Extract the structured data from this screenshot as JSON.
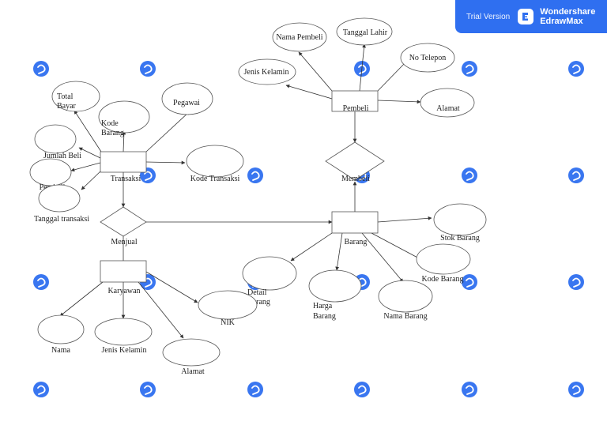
{
  "watermark": {
    "trial_label": "Trial Version",
    "brand_line1": "Wondershare",
    "brand_line2": "EdrawMax",
    "color": "#2f6ff0"
  },
  "diagram": {
    "entities": {
      "pembeli": "Pembeli",
      "transaksi": "Transaksi",
      "barang": "Barang",
      "karyawan": "Karyawan"
    },
    "relationships": {
      "membeli": "Membeli",
      "menjual": "Menjual"
    },
    "attributes": {
      "nama_pembeli": "Nama Pembeli",
      "tanggal_lahir": "Tanggal Lahir",
      "no_telepon": "No Telepon",
      "jenis_kelamin_pembeli": "Jenis Kelamin",
      "alamat_pembeli": "Alamat",
      "total_bayar": [
        "Total",
        "Bayar"
      ],
      "kode_barang_transaksi": [
        "Kode",
        "Barang"
      ],
      "pegawai": "Pegawai",
      "jumlah_beli": "Jumlah Beli",
      "pembeli_attr": "Pembeli",
      "tanggal_transaksi": "Tanggal transaksi",
      "kode_transaksi": "Kode Transaksi",
      "stok_barang": "Stok Barang",
      "kode_barang": "Kode Barang",
      "detail_barang": [
        "Detail",
        "Barang"
      ],
      "harga_barang": [
        "Harga",
        "Barang"
      ],
      "nama_barang": "Nama Barang",
      "nama": "Nama",
      "jenis_kelamin_karyawan": "Jenis Kelamin",
      "alamat_karyawan": "Alamat",
      "nik": "NIK"
    }
  }
}
